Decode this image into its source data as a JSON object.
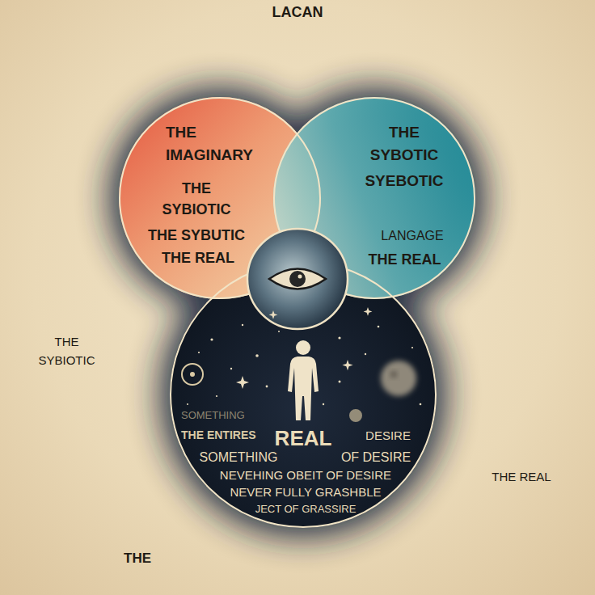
{
  "diagram": {
    "title": "LACAN",
    "nodes": [
      {
        "text": [
          "THE IMAGINARY",
          "THE SYBIOTIC",
          "THE SYBUTIC",
          "THE REAL"
        ]
      },
      {
        "text": [
          "THE SYBOTIC",
          "SYEBOTIC",
          "LANGAGE",
          "THE REAL"
        ]
      },
      {
        "text": [
          "SOMETHING",
          "THE ENTIRES",
          "REAL",
          "DESIRE",
          "SOMETHING",
          "OF DESIRE",
          "NEVEHING OBEIT OF DESIRE",
          "NEVER FULLY GRASHBLE",
          "JECT OF GRASSIRE"
        ]
      }
    ],
    "labels": [
      "THE SYBIOTIC",
      "THE REAL",
      "THE"
    ]
  }
}
